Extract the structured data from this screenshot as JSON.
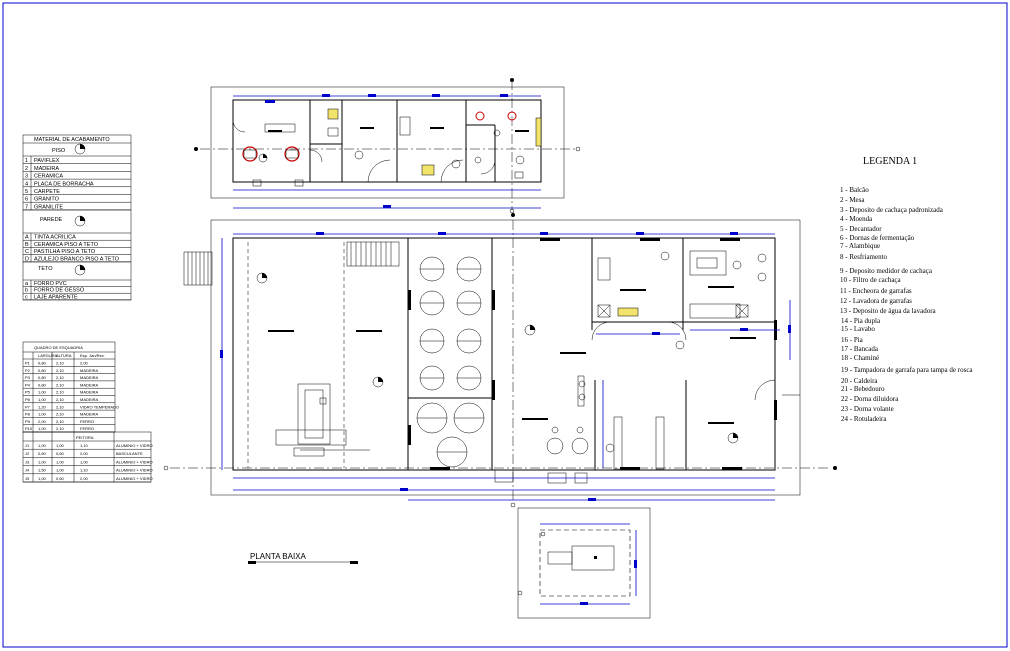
{
  "material_table": {
    "title": "MATERIAL DE ACABAMENTO",
    "piso_header": "PISO",
    "piso_items": [
      {
        "code": "1",
        "name": "PAVIFLEX"
      },
      {
        "code": "2",
        "name": "MADEIRA"
      },
      {
        "code": "3",
        "name": "CERAMICA"
      },
      {
        "code": "4",
        "name": "PLACA DE BORRACHA"
      },
      {
        "code": "5",
        "name": "CARPETE"
      },
      {
        "code": "6",
        "name": "GRANITO"
      },
      {
        "code": "7",
        "name": "GRANILITE"
      }
    ],
    "parede_header": "PAREDE",
    "parede_items": [
      {
        "code": "A",
        "name": "TINTA ACRILICA"
      },
      {
        "code": "B",
        "name": "CERAMICA PISO A TETO"
      },
      {
        "code": "C",
        "name": "PASTILHA PISO A TETO"
      },
      {
        "code": "D",
        "name": "AZULEJO BRANCO PISO A TETO"
      }
    ],
    "teto_header": "TETO",
    "teto_items": [
      {
        "code": "a",
        "name": "FORRO PVC"
      },
      {
        "code": "b",
        "name": "FORRO DE GESSO"
      },
      {
        "code": "c",
        "name": "LAJE APARENTE"
      }
    ]
  },
  "esquadria_table": {
    "title": "QUADRO DE ESQUADRIA",
    "headers": [
      "",
      "LARGURA",
      "ALTURA",
      "Esp. Jan/Rev."
    ],
    "rows": [
      [
        "P1",
        "0,80",
        "2,10",
        "2,00"
      ],
      [
        "P2",
        "0,80",
        "2,10",
        "MADEIRA"
      ],
      [
        "P3",
        "0,80",
        "2,10",
        "MADEIRA"
      ],
      [
        "P4",
        "0,80",
        "2,10",
        "MADEIRA"
      ],
      [
        "P5",
        "1,00",
        "2,10",
        "MADEIRA"
      ],
      [
        "P6",
        "1,00",
        "2,10",
        "MADEIRA"
      ],
      [
        "P7",
        "1,20",
        "2,10",
        "VIDRO TEMPERADO"
      ],
      [
        "P8",
        "1,00",
        "2,10",
        "MADEIRA"
      ],
      [
        "P9",
        "2,00",
        "2,10",
        "FERRO"
      ],
      [
        "P10",
        "1,00",
        "2,10",
        "FERRO"
      ]
    ],
    "sub_header": "PEITORIL",
    "rows2": [
      [
        "J1",
        "1,00",
        "1,00",
        "1,10",
        "ALUMINIO + VIDRO"
      ],
      [
        "J2",
        "0,60",
        "0,60",
        "2,00",
        "BASCULANTE"
      ],
      [
        "J3",
        "1,00",
        "1,00",
        "1,00",
        "ALUMINIO + VIDRO"
      ],
      [
        "J4",
        "1,50",
        "1,00",
        "1,10",
        "ALUMINIO + VIDRO"
      ],
      [
        "J5",
        "1,00",
        "0,60",
        "2,00",
        "ALUMINIO + VIDRO"
      ]
    ]
  },
  "legend": {
    "title": "LEGENDA 1",
    "items": [
      "1 - Balcão",
      "2 - Mesa",
      "3 - Deposito de cachaça padronizada",
      "4 - Moenda",
      "5 - Decantador",
      "6 - Dornas de fermentação",
      "7 - Alambique",
      "8 - Resfriamento",
      "9 - Deposito medidor de cachaça",
      "10 - Filtro de cachaça",
      "11 - Encheora de garrafas",
      "12 - Lavadora de garrafas",
      "13 - Deposito de água da lavadora",
      "14 - Pia dupla",
      "15 - Lavabo",
      "16 - Pia",
      "17 - Bancada",
      "18 - Chaminé",
      "19 - Tampadora de garrafa para tampa de rosca",
      "20 - Caldeira",
      "21 - Bebedouro",
      "22 - Dorna diluidora",
      "23 - Dorna volante",
      "24 - Rotuladeira"
    ]
  },
  "plan_title": "PLANTA BAIXA"
}
